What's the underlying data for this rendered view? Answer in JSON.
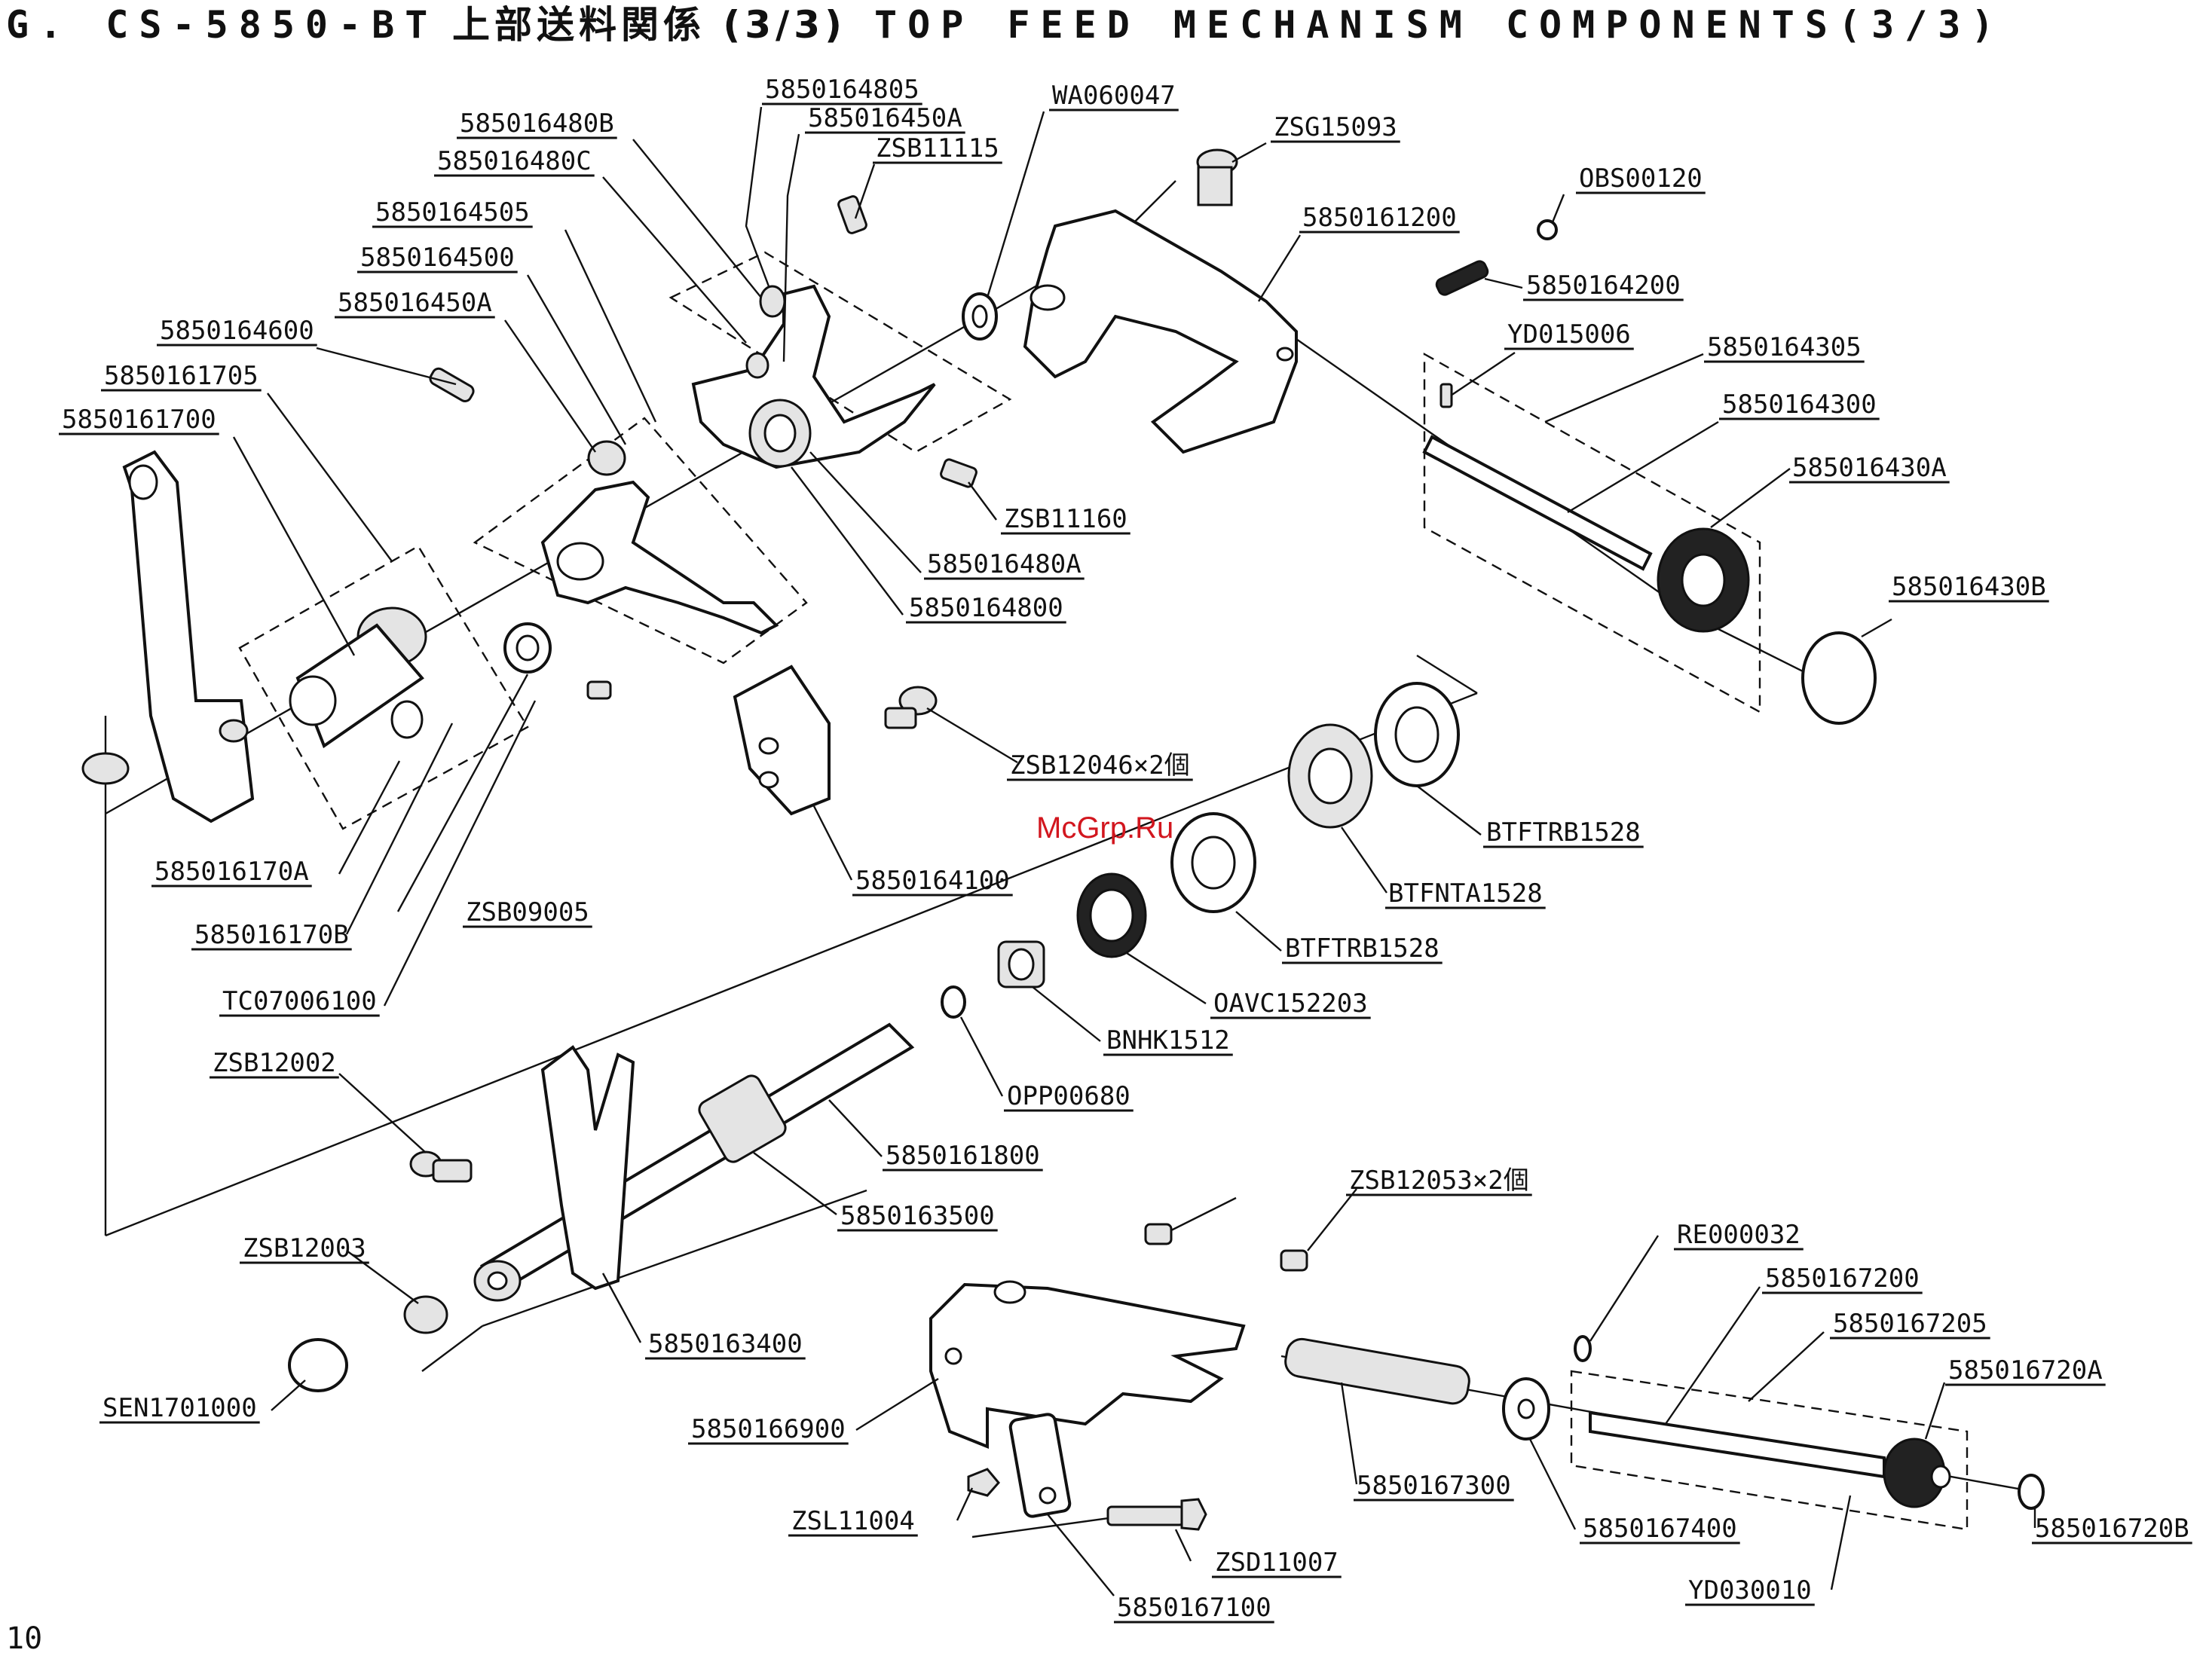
{
  "header": {
    "model": "G. CS-5850-BT",
    "title_jp": "上部送料関係 (3/3)",
    "title_en": "TOP FEED MECHANISM COMPONENTS(3/3)"
  },
  "watermark": "McGrp.Ru",
  "page_number": "10",
  "labels": [
    "5850164805",
    "585016450A",
    "ZSB11115",
    "WA060047",
    "ZSG15093",
    "585016480B",
    "585016480C",
    "5850164505",
    "5850164500",
    "585016450A",
    "5850164600",
    "5850161705",
    "5850161700",
    "5850161200",
    "OBS00120",
    "5850164200",
    "YD015006",
    "5850164305",
    "5850164300",
    "585016430A",
    "585016430B",
    "ZSB11160",
    "585016480A",
    "5850164800",
    "585016170A",
    "585016170B",
    "ZSB09005",
    "TC07006100",
    "ZSB12046×2個",
    "5850164100",
    "BTFTRB1528",
    "BTFNTA1528",
    "BTFTRB1528",
    "OAVC152203",
    "BNHK1512",
    "OPP00680",
    "5850161800",
    "5850163500",
    "ZSB12002",
    "ZSB12003",
    "5850163400",
    "SEN1701000",
    "ZSB12053×2個",
    "RE000032",
    "5850167200",
    "5850167205",
    "585016720A",
    "585016720B",
    "5850166900",
    "5850167300",
    "5850167400",
    "YD030010",
    "ZSL11004",
    "ZSD11007",
    "5850167100"
  ]
}
